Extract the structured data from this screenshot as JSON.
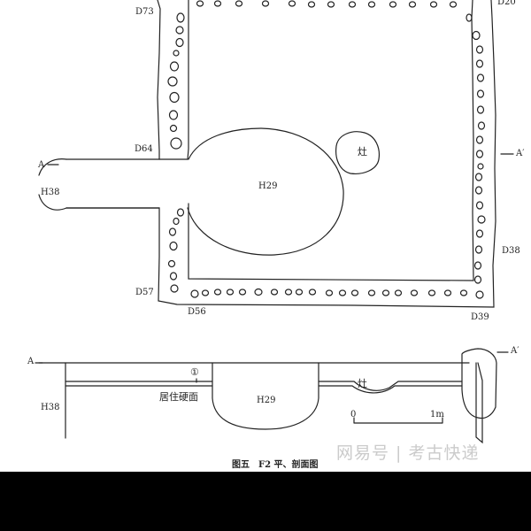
{
  "plan": {
    "post_labels": {
      "d73": "D73",
      "d20": "D20",
      "d64": "D64",
      "d38": "D38",
      "d57": "D57",
      "d56": "D56",
      "d39": "D39"
    },
    "pits": {
      "h29": "H29",
      "h38": "H38",
      "hearth": "灶"
    },
    "section_marks": {
      "a": "A",
      "a_prime": "A′"
    }
  },
  "section": {
    "a": "A",
    "a_prime": "A′",
    "h38": "H38",
    "h29": "H29",
    "hearth": "灶",
    "layer_number": "①",
    "floor_label": "居住硬面",
    "scale_zero": "0",
    "scale_end": "1m"
  },
  "caption": "图五　F2 平、剖面图",
  "watermark": "网易号 | 考古快递"
}
